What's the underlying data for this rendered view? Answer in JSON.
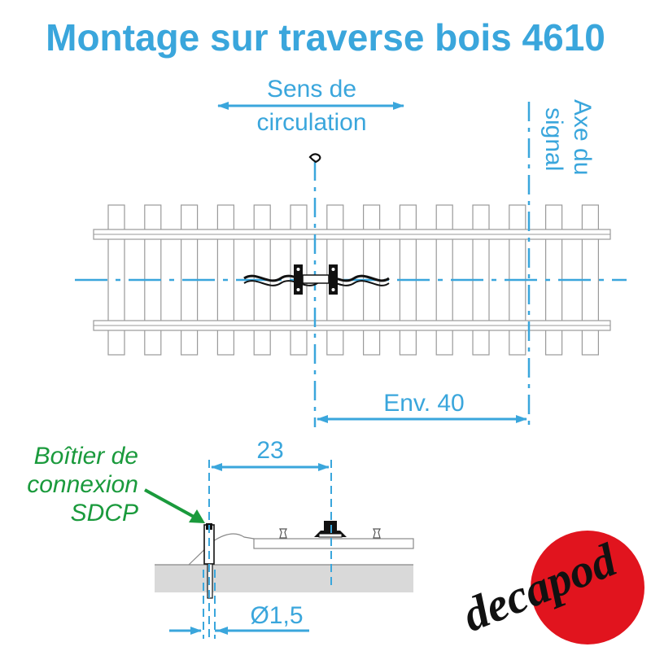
{
  "title": "Montage sur traverse bois 4610",
  "direction": {
    "line1": "Sens de",
    "line2": "circulation"
  },
  "signal_axis": {
    "line1": "Axe du",
    "line2": "signal"
  },
  "dimensions": {
    "distance_to_signal": "Env. 40",
    "offset": "23",
    "diameter": "Ø1,5"
  },
  "connector_label": {
    "line1": "Boîtier de",
    "line2": "connexion",
    "line3": "SDCP"
  },
  "logo": {
    "text": "decapod"
  },
  "colors": {
    "accent_blue": "#3aa6dc",
    "green": "#1a9a3c",
    "logo_red": "#e1141e",
    "ground": "#d9d9d9",
    "sleeper_outline": "#9a9a9a"
  }
}
